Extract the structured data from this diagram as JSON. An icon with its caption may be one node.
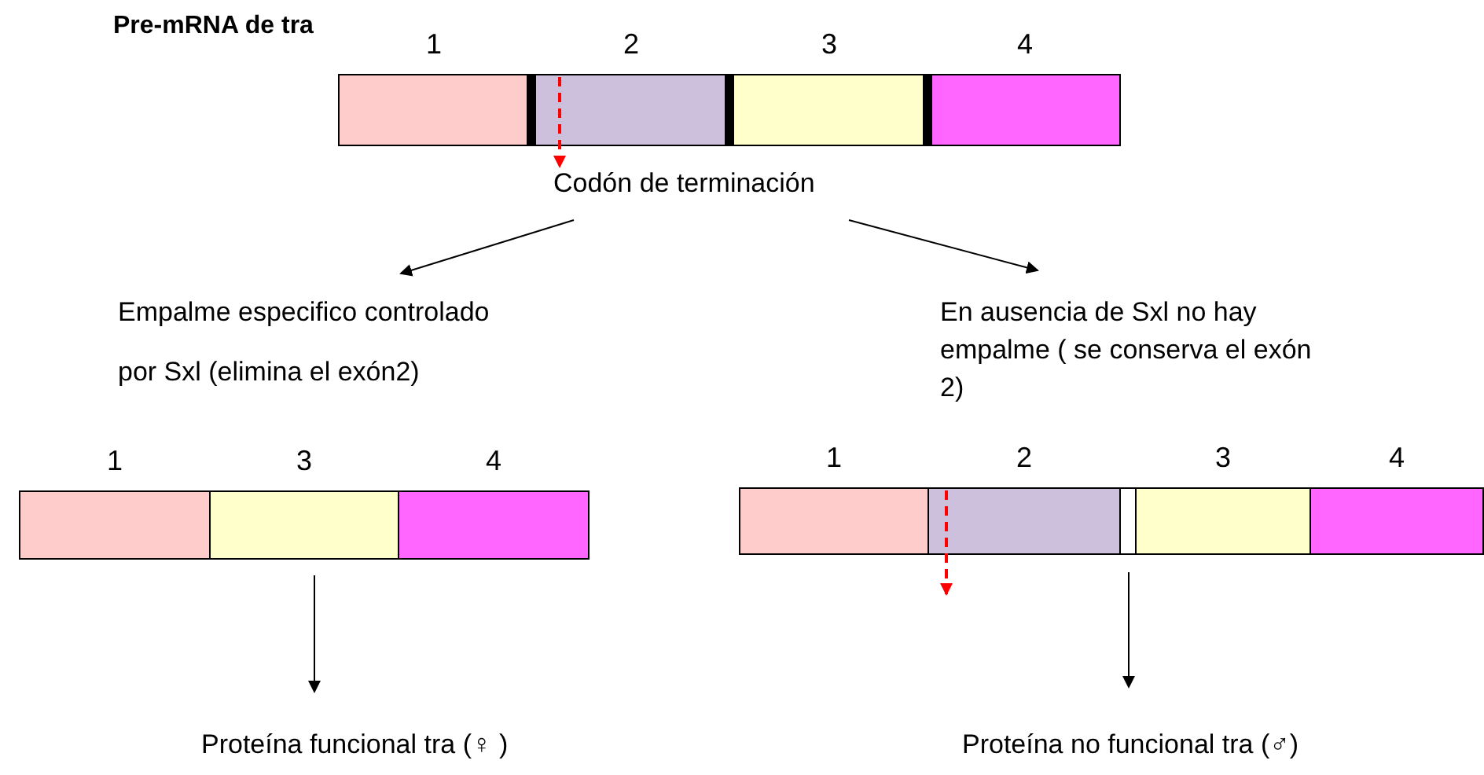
{
  "diagram": {
    "title": "Pre-mRNA de tra",
    "nodes": [
      {
        "text": [
          "1"
        ]
      },
      {
        "text": [
          "2"
        ]
      },
      {
        "text": [
          "3"
        ]
      },
      {
        "text": [
          "4"
        ]
      },
      {
        "text": [
          "Codón de terminación"
        ]
      },
      {
        "text": [
          "Empalme especifico controlado por Sxl (elimina el exón2)"
        ]
      },
      {
        "text": [
          "En ausencia de Sxl no hay empalme ( se conserva el exón 2)"
        ]
      },
      {
        "text": [
          "1"
        ]
      },
      {
        "text": [
          "3"
        ]
      },
      {
        "text": [
          "4"
        ]
      },
      {
        "text": [
          "1"
        ]
      },
      {
        "text": [
          "2"
        ]
      },
      {
        "text": [],
        "shape": "box"
      },
      {
        "text": [
          "3"
        ]
      },
      {
        "text": [
          "4"
        ]
      },
      {
        "text": [
          "Proteína funcional tra (♀ )"
        ]
      },
      {
        "text": [
          "Proteína no funcional tra (♂)"
        ]
      }
    ],
    "edges": [
      {
        "from": 1,
        "to": 4,
        "arrow": "to",
        "style": "dashed",
        "color": "#ff0000"
      },
      {
        "from": 4,
        "to": 5,
        "arrow": "to"
      },
      {
        "from": 4,
        "to": 6,
        "arrow": "to"
      },
      {
        "from": 11,
        "to": null,
        "arrow": "to",
        "style": "dashed",
        "color": "#ff0000"
      },
      {
        "from": 8,
        "to": 15,
        "arrow": "to"
      },
      {
        "from": 13,
        "to": 16,
        "arrow": "to"
      }
    ]
  }
}
